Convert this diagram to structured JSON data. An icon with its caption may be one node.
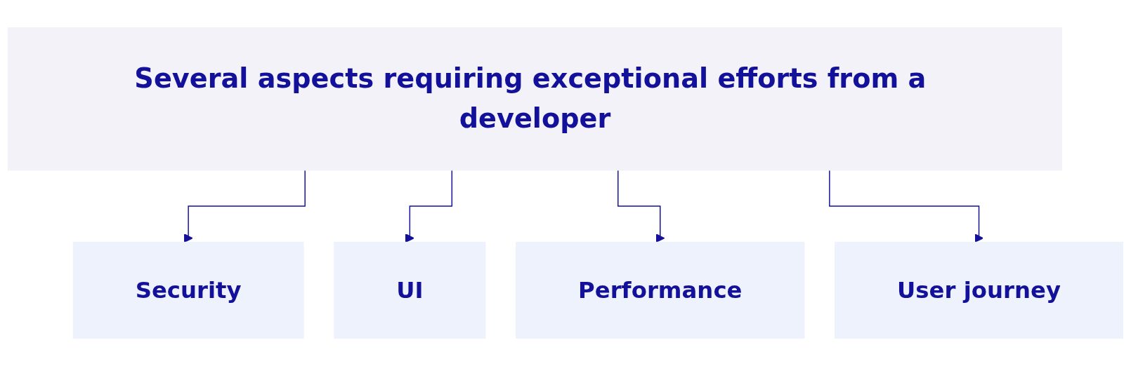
{
  "diagram": {
    "nodes": [
      {
        "text": [
          "Several aspects requiring exceptional efforts from a developer"
        ]
      },
      {
        "text": [
          "Security"
        ]
      },
      {
        "text": [
          "UI"
        ]
      },
      {
        "text": [
          "Performance"
        ]
      },
      {
        "text": [
          "User journey"
        ]
      }
    ],
    "edges": [
      {
        "from": 0,
        "to": 1,
        "arrow": "to"
      },
      {
        "from": 0,
        "to": 2,
        "arrow": "to"
      },
      {
        "from": 0,
        "to": 3,
        "arrow": "to"
      },
      {
        "from": 0,
        "to": 4,
        "arrow": "to"
      }
    ]
  }
}
